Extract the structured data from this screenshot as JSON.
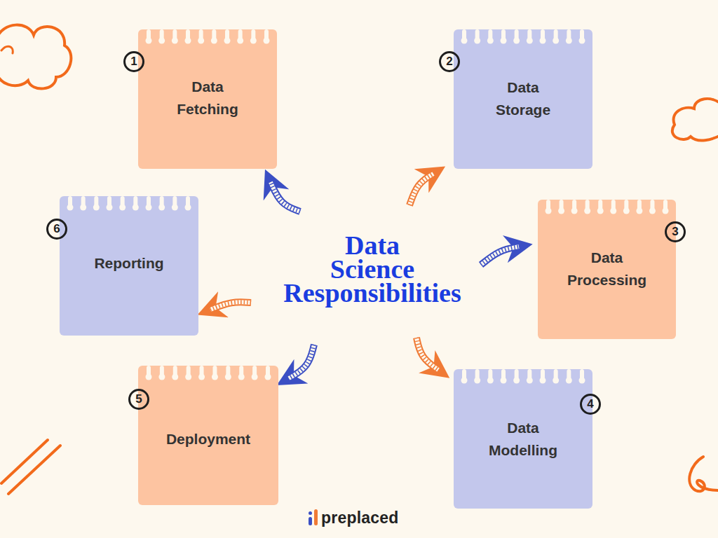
{
  "diagram": {
    "title": "Data Science Responsibilities",
    "nodes": [
      {
        "text": [
          "Data Fetching"
        ]
      },
      {
        "text": [
          "Data Storage"
        ]
      },
      {
        "text": [
          "Reporting"
        ]
      },
      {
        "text": [
          "Data Processing"
        ]
      },
      {
        "text": [
          "Deployment"
        ]
      },
      {
        "text": [
          "Data Modelling"
        ]
      }
    ],
    "labels": [
      "1",
      "2",
      "6",
      "3",
      "5",
      "4",
      "preplaced"
    ]
  }
}
